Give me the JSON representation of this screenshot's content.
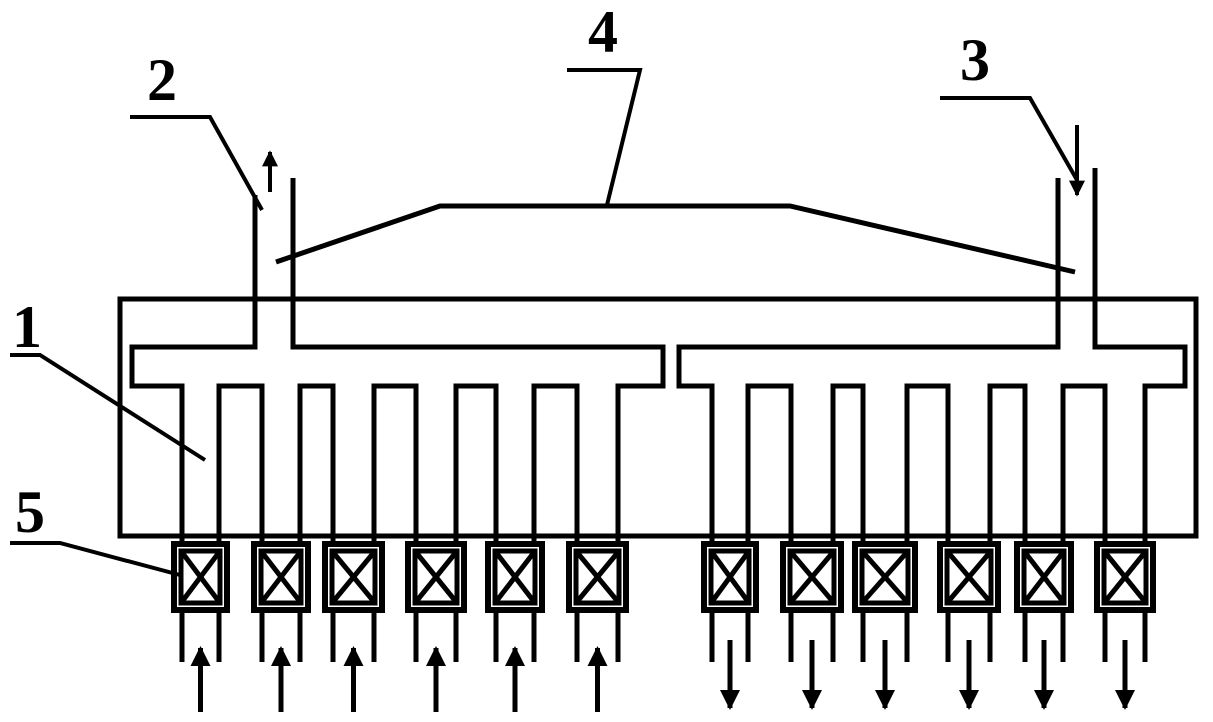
{
  "labels": {
    "l1": "1",
    "l2": "2",
    "l3": "3",
    "l4": "4",
    "l5": "5"
  },
  "colors": {
    "line": "#000000",
    "background": "#ffffff"
  },
  "arrows": {
    "left_bottom": "up",
    "right_bottom": "down",
    "outlet_top_left": "up",
    "inlet_top_right": "down"
  }
}
